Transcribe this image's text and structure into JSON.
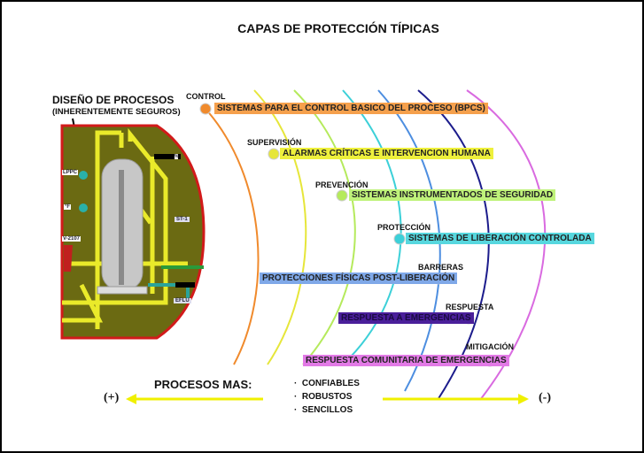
{
  "title": "CAPAS DE PROTECCIÓN TÍPICAS",
  "design": {
    "title": "DISEÑO DE PROCESOS",
    "subtitle": "(INHERENTEMENTE SEGUROS)"
  },
  "plant_tags": [
    "LPPC",
    "°F",
    "V-2107",
    "ST-1",
    "EFLU",
    "%"
  ],
  "layers": [
    {
      "name": "CONTROL",
      "label": "SISTEMAS PARA EL CONTROL BASICO DEL PROCESO (BPCS)",
      "color": "#f08a2c",
      "bar": "#f5a04c"
    },
    {
      "name": "SUPERVISIÓN",
      "label": "ALARMAS CRÍTICAS E INTERVENCION HUMANA",
      "color": "#e6e63a",
      "bar": "#eef03c"
    },
    {
      "name": "PREVENCIÓN",
      "label": "SISTEMAS INSTRUMENTADOS DE SEGURIDAD",
      "color": "#b5ea5c",
      "bar": "#bff27a"
    },
    {
      "name": "PROTECCIÓN",
      "label": "SISTEMAS DE LIBERACIÓN CONTROLADA",
      "color": "#3cd0d8",
      "bar": "#57d7de"
    },
    {
      "name": "BARRERAS",
      "label": "PROTECCIONES FÍSICAS POST-LIBERACIÓN",
      "color": "#4d8ee0",
      "bar": "#7fa8e8"
    },
    {
      "name": "RESPUESTA",
      "label": "RESPUESTA A EMERGENCIAS",
      "color": "#1c1c8c",
      "bar": "#4a1f9a"
    },
    {
      "name": "MITIGACIÓN",
      "label": "RESPUESTA COMUNITARIA DE EMERGENCIAS",
      "color": "#d96ae0",
      "bar": "#e27ae6"
    }
  ],
  "footer": {
    "heading": "PROCESOS MAS:",
    "items": [
      "CONFIABLES",
      "ROBUSTOS",
      "SENCILLOS"
    ],
    "plus": "(+)",
    "minus": "(-)",
    "arrow_color": "#f0f000"
  }
}
